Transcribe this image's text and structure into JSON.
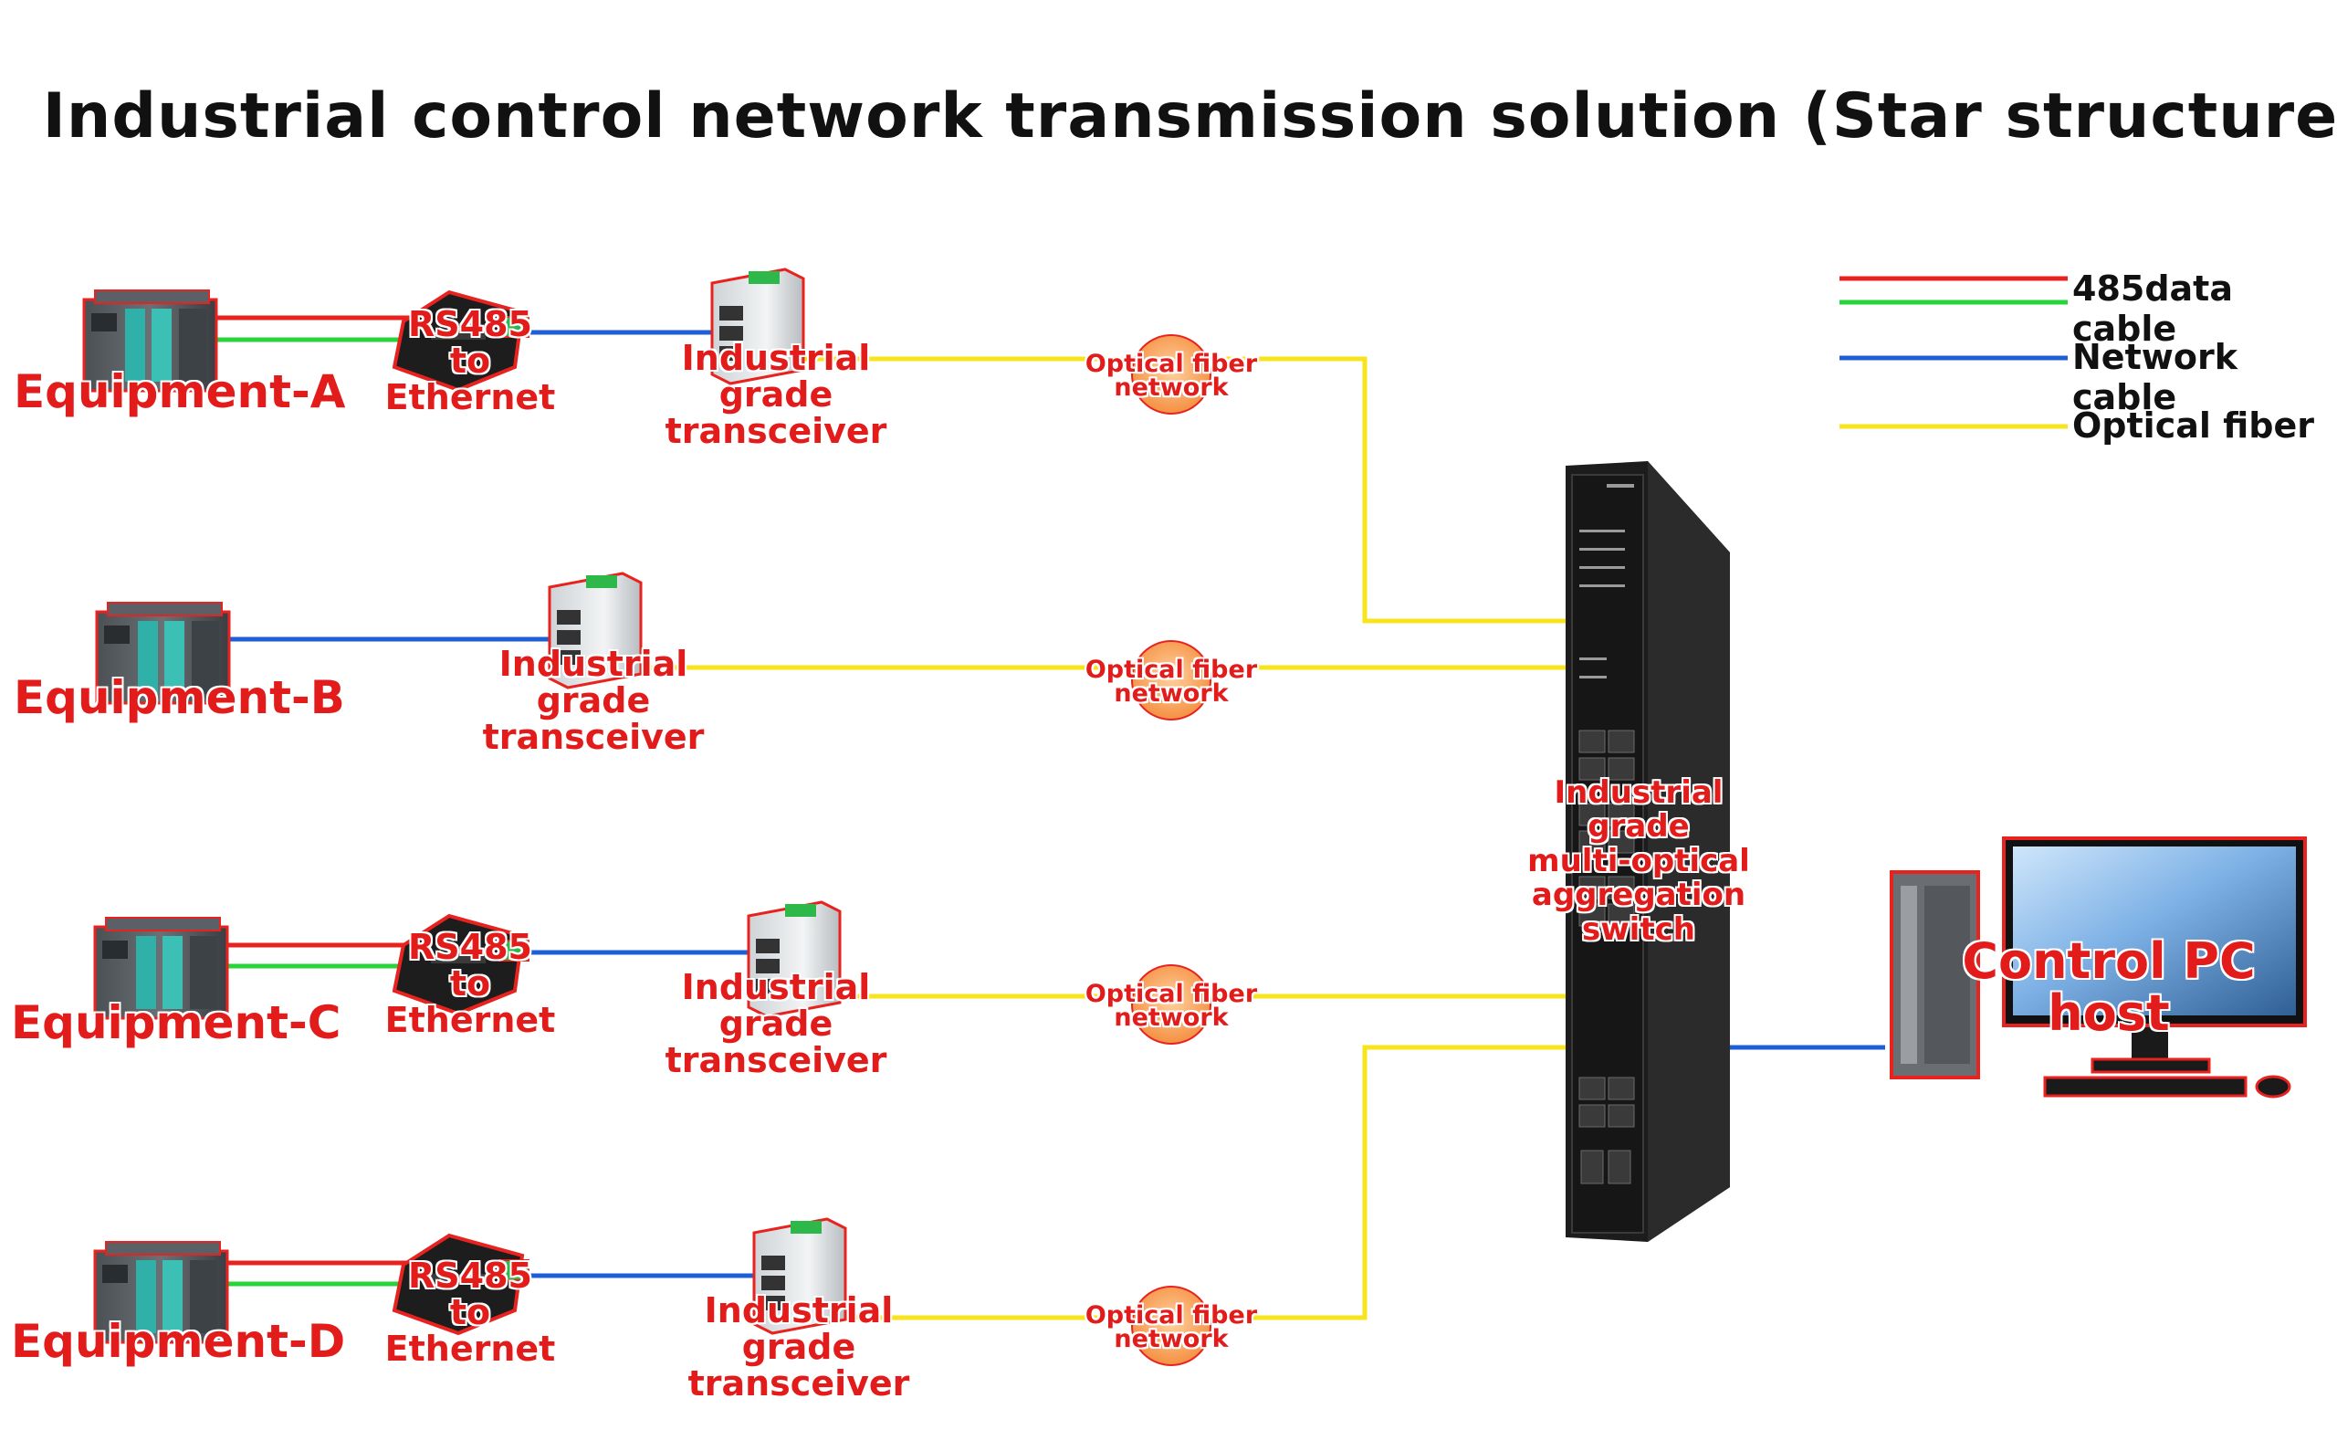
{
  "title": "Industrial control network transmission solution (Star structure)",
  "legend": {
    "items": [
      {
        "label": "485data cable",
        "colors": [
          "#e8231f",
          "#27d43a"
        ]
      },
      {
        "label": "Network cable",
        "colors": [
          "#1f5fd6"
        ]
      },
      {
        "label": "Optical fiber",
        "colors": [
          "#f7e41d"
        ]
      }
    ]
  },
  "colors": {
    "data_red": "#e8231f",
    "data_green": "#27d43a",
    "network_blue": "#1f5fd6",
    "fiber_yellow": "#f7e41d",
    "label_red": "#e21b1b",
    "switch_body": "#1c1c1c"
  },
  "equipment": [
    {
      "label": "Equipment-A",
      "converter": [
        "RS485",
        "to Ethernet"
      ],
      "transceiver": [
        "Industrial",
        "grade transceiver"
      ],
      "fiber": [
        "Optical fiber",
        "network"
      ]
    },
    {
      "label": "Equipment-B",
      "transceiver": [
        "Industrial",
        "grade transceiver"
      ],
      "fiber": [
        "Optical fiber",
        "network"
      ]
    },
    {
      "label": "Equipment-C",
      "converter": [
        "RS485",
        "to Ethernet"
      ],
      "transceiver": [
        "Industrial",
        "grade transceiver"
      ],
      "fiber": [
        "Optical fiber",
        "network"
      ]
    },
    {
      "label": "Equipment-D",
      "converter": [
        "RS485",
        "to Ethernet"
      ],
      "transceiver": [
        "Industrial",
        "grade transceiver"
      ],
      "fiber": [
        "Optical fiber",
        "network"
      ]
    }
  ],
  "switch": {
    "lines": [
      "Industrial",
      "grade",
      "multi-optical",
      "aggregation switch"
    ]
  },
  "host": {
    "label": "Control PC host"
  }
}
